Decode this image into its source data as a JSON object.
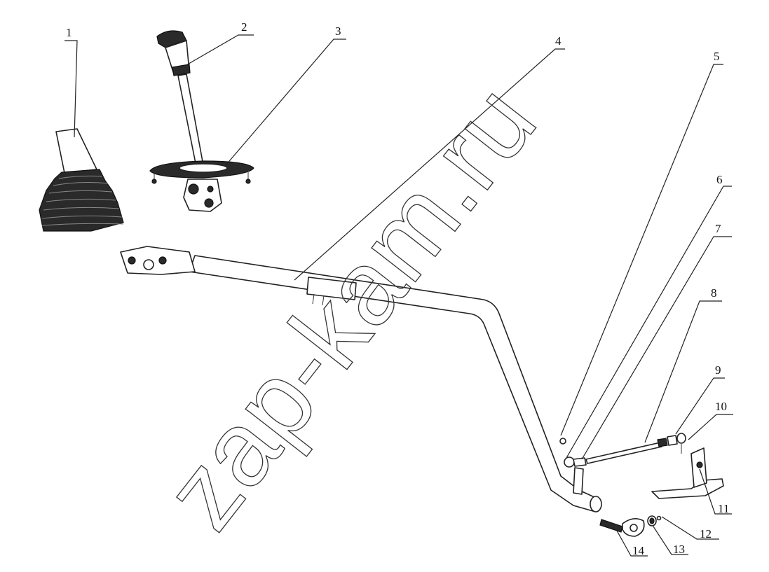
{
  "watermark": "zap-kam.ru",
  "callouts": [
    {
      "id": "1",
      "label": "1"
    },
    {
      "id": "2",
      "label": "2"
    },
    {
      "id": "3",
      "label": "3"
    },
    {
      "id": "4",
      "label": "4"
    },
    {
      "id": "5",
      "label": "5"
    },
    {
      "id": "6",
      "label": "6"
    },
    {
      "id": "7",
      "label": "7"
    },
    {
      "id": "8",
      "label": "8"
    },
    {
      "id": "9",
      "label": "9"
    },
    {
      "id": "10",
      "label": "10"
    },
    {
      "id": "11",
      "label": "11"
    },
    {
      "id": "12",
      "label": "12"
    },
    {
      "id": "13",
      "label": "13"
    },
    {
      "id": "14",
      "label": "14"
    }
  ]
}
